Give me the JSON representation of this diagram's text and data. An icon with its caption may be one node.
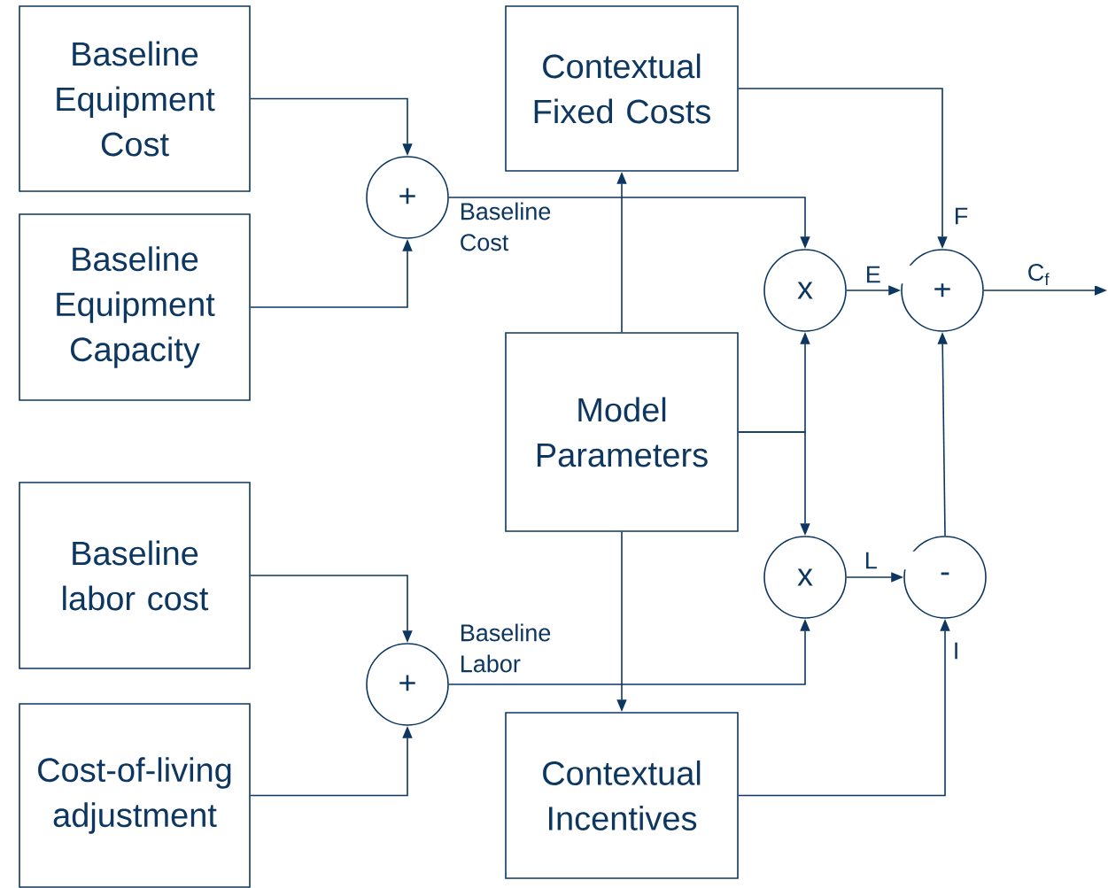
{
  "diagram": {
    "nodes": [
      {
        "text": [
          "Baseline Equipment Cost"
        ]
      },
      {
        "text": [
          "Baseline Equipment Capacity"
        ]
      },
      {
        "text": [
          "Baseline labor cost"
        ]
      },
      {
        "text": [
          "Cost-of-living adjustment"
        ]
      },
      {
        "text": [
          "Contextual Fixed Costs"
        ]
      },
      {
        "text": [
          "Model Parameters"
        ]
      },
      {
        "text": [
          "Contextual Incentives"
        ]
      },
      {
        "text": [
          "+"
        ]
      },
      {
        "text": [
          "+"
        ]
      },
      {
        "text": [
          "x"
        ]
      },
      {
        "text": [
          "+"
        ]
      },
      {
        "text": [
          "x"
        ]
      },
      {
        "text": [
          "-"
        ]
      }
    ],
    "edges": [
      {
        "from": 0,
        "to": 7,
        "arrow": "to"
      },
      {
        "from": 1,
        "to": 7,
        "arrow": "to"
      },
      {
        "from": 7,
        "to": 9,
        "arrow": "to",
        "label": "Baseline Cost"
      },
      {
        "from": 5,
        "to": 4,
        "arrow": "to"
      },
      {
        "from": 4,
        "to": 10,
        "arrow": "to",
        "label": "F"
      },
      {
        "from": 9,
        "to": 10,
        "arrow": "to",
        "label": "E"
      },
      {
        "from": 10,
        "to": null,
        "arrow": "to",
        "label": "C$_{f}$"
      },
      {
        "from": 5,
        "to": 9,
        "arrow": "to"
      },
      {
        "from": 5,
        "to": 11,
        "arrow": "to"
      },
      {
        "from": 2,
        "to": 8,
        "arrow": "to"
      },
      {
        "from": 3,
        "to": 8,
        "arrow": "to"
      },
      {
        "from": 8,
        "to": 11,
        "arrow": "to",
        "label": "Baseline Labor"
      },
      {
        "from": 5,
        "to": 6,
        "arrow": "to"
      },
      {
        "from": 11,
        "to": 12,
        "arrow": "to",
        "label": "L"
      },
      {
        "from": 12,
        "to": 10,
        "arrow": "to"
      },
      {
        "from": 6,
        "to": 12,
        "arrow": "to",
        "label": "I"
      }
    ]
  }
}
